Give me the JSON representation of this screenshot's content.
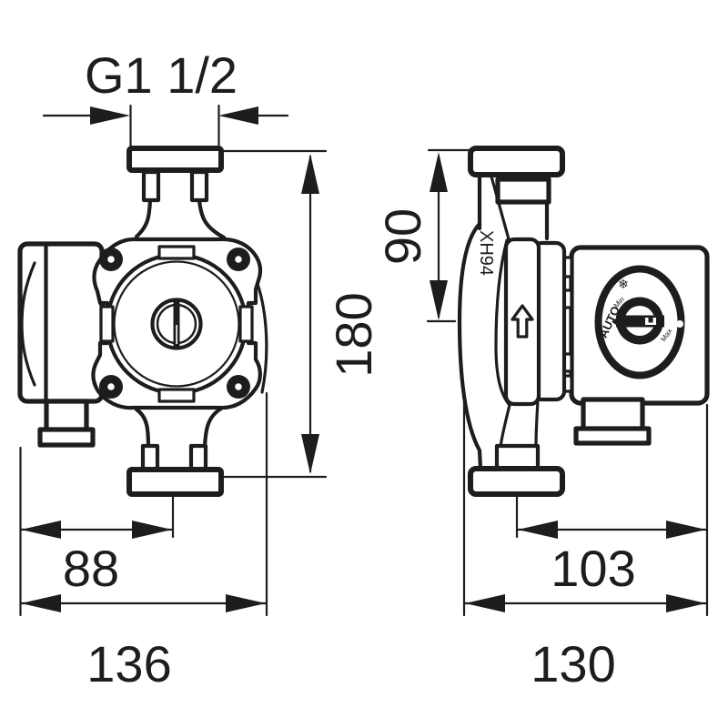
{
  "drawing": {
    "background": "#ffffff",
    "line_color": "#1d1d1b",
    "front_view": {
      "thread_label": "G1 1/2",
      "dim_height": "180",
      "dim_port_offset": "88",
      "dim_width": "136"
    },
    "side_view": {
      "model_label": "XH94",
      "dim_flange_to_axis": "90",
      "dim_axis_to_box": "103",
      "dim_depth": "130",
      "dial": {
        "auto_label": "AUTO",
        "min_label": "Min",
        "max_label": "Max",
        "frost_icon": "❄"
      }
    }
  }
}
